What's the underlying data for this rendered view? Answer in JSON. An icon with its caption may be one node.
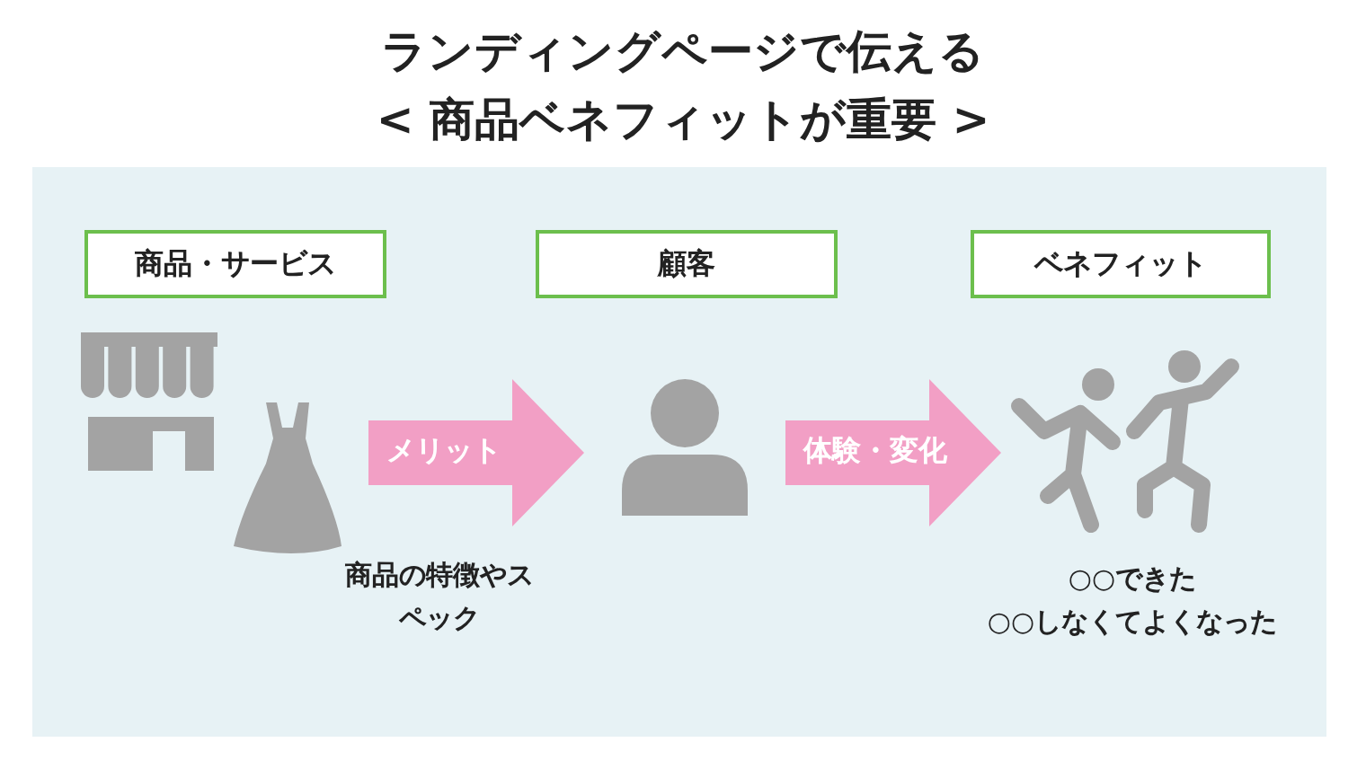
{
  "diagram": {
    "title": "ランディングページで伝える",
    "nodes": [
      {
        "text": [
          "商品・サービス"
        ]
      },
      {
        "text": [
          "顧客"
        ]
      },
      {
        "text": [
          "ベネフィット"
        ]
      },
      {
        "text": [],
        "shape": "picture",
        "beside": [
          "商品の特徴やスペック"
        ]
      },
      {
        "text": [],
        "shape": "picture"
      },
      {
        "text": [],
        "shape": "picture",
        "beside": [
          "○○できた",
          "○○しなくてよくなった"
        ]
      }
    ],
    "edges": [
      {
        "from": 3,
        "to": 4,
        "arrow": "to",
        "label": "メリット",
        "style": "thick",
        "color": "#f29fc5"
      },
      {
        "from": 4,
        "to": 5,
        "arrow": "to",
        "label": "体験・変化",
        "style": "thick",
        "color": "#f29fc5"
      }
    ],
    "labels": [
      "< 商品ベネフィットが重要 >"
    ]
  }
}
